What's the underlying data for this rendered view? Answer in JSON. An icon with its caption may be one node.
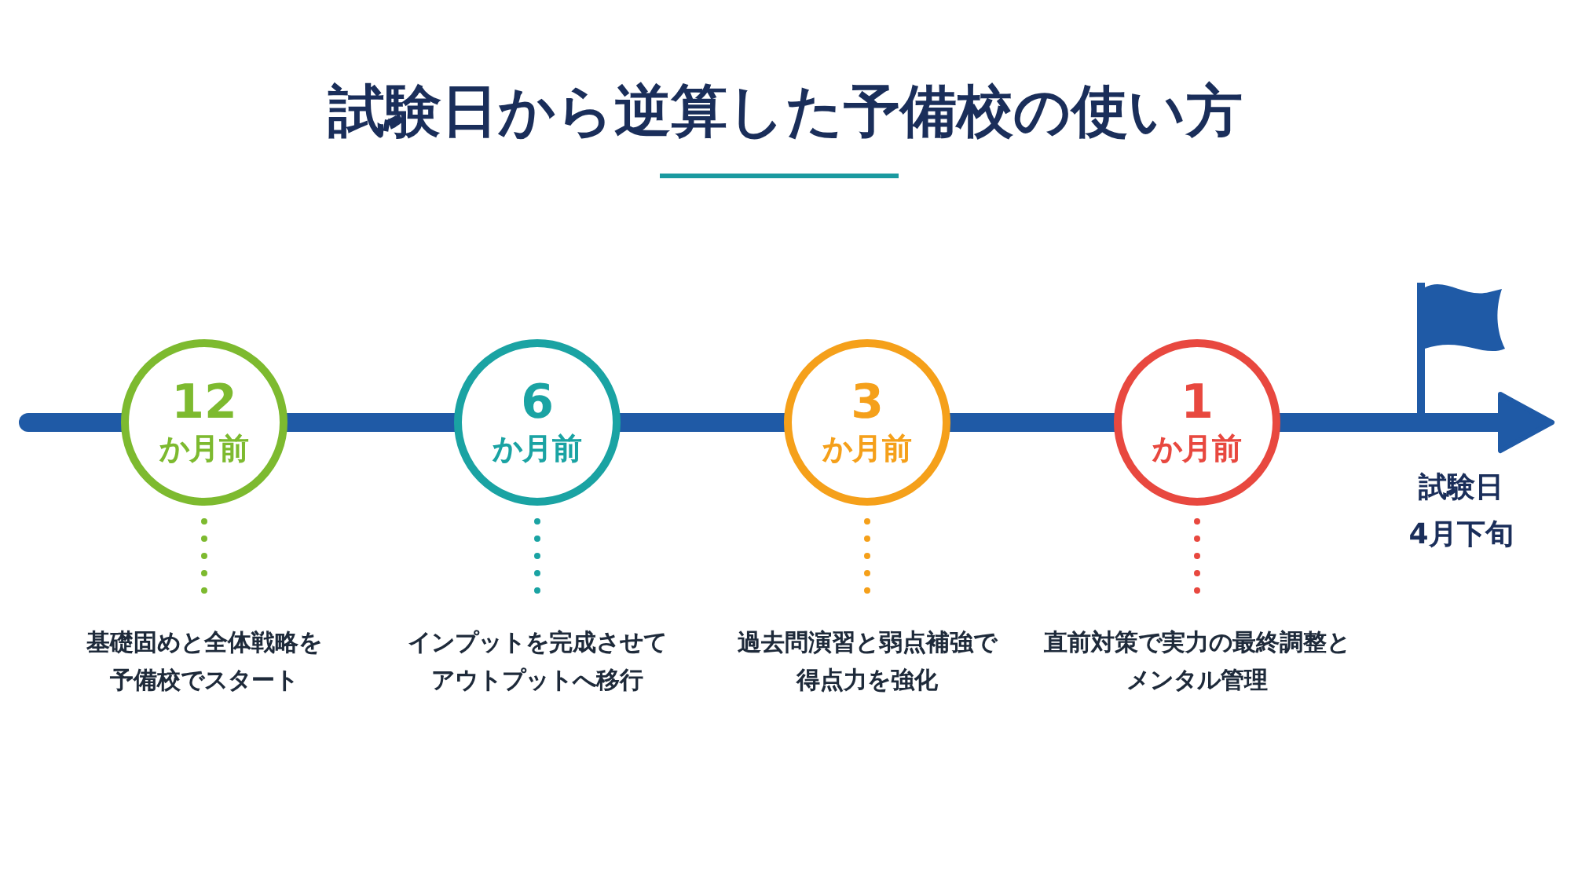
{
  "diagram": {
    "title": "試験日から逆算した予備校の使い方",
    "nodes": [
      {
        "text": [
          "12",
          "か月前"
        ]
      },
      {
        "text": [
          "6",
          "か月前"
        ]
      },
      {
        "text": [
          "3",
          "か月前"
        ]
      },
      {
        "text": [
          "1",
          "か月前"
        ]
      },
      {
        "text": [
          "基礎固めと全体戦略を予備校でスタート"
        ]
      },
      {
        "text": [
          "インプットを完成させてアウトプットへ移行"
        ]
      },
      {
        "text": [
          "過去問演習と弱点補強で得点力を強化"
        ]
      },
      {
        "text": [
          "直前対策で実力の最終調整とメンタル管理"
        ]
      }
    ],
    "edges": [
      {
        "from": 0,
        "to": 4,
        "arrow": "none",
        "color": "#7dba2f"
      },
      {
        "from": 1,
        "to": 5,
        "arrow": "none",
        "color": "#1aa3a3"
      },
      {
        "from": 2,
        "to": 6,
        "arrow": "none",
        "color": "#f5a01a"
      },
      {
        "from": 3,
        "to": 7,
        "arrow": "none",
        "color": "#e8483f"
      }
    ],
    "labels": [
      "試験日",
      "4月下旬"
    ]
  }
}
